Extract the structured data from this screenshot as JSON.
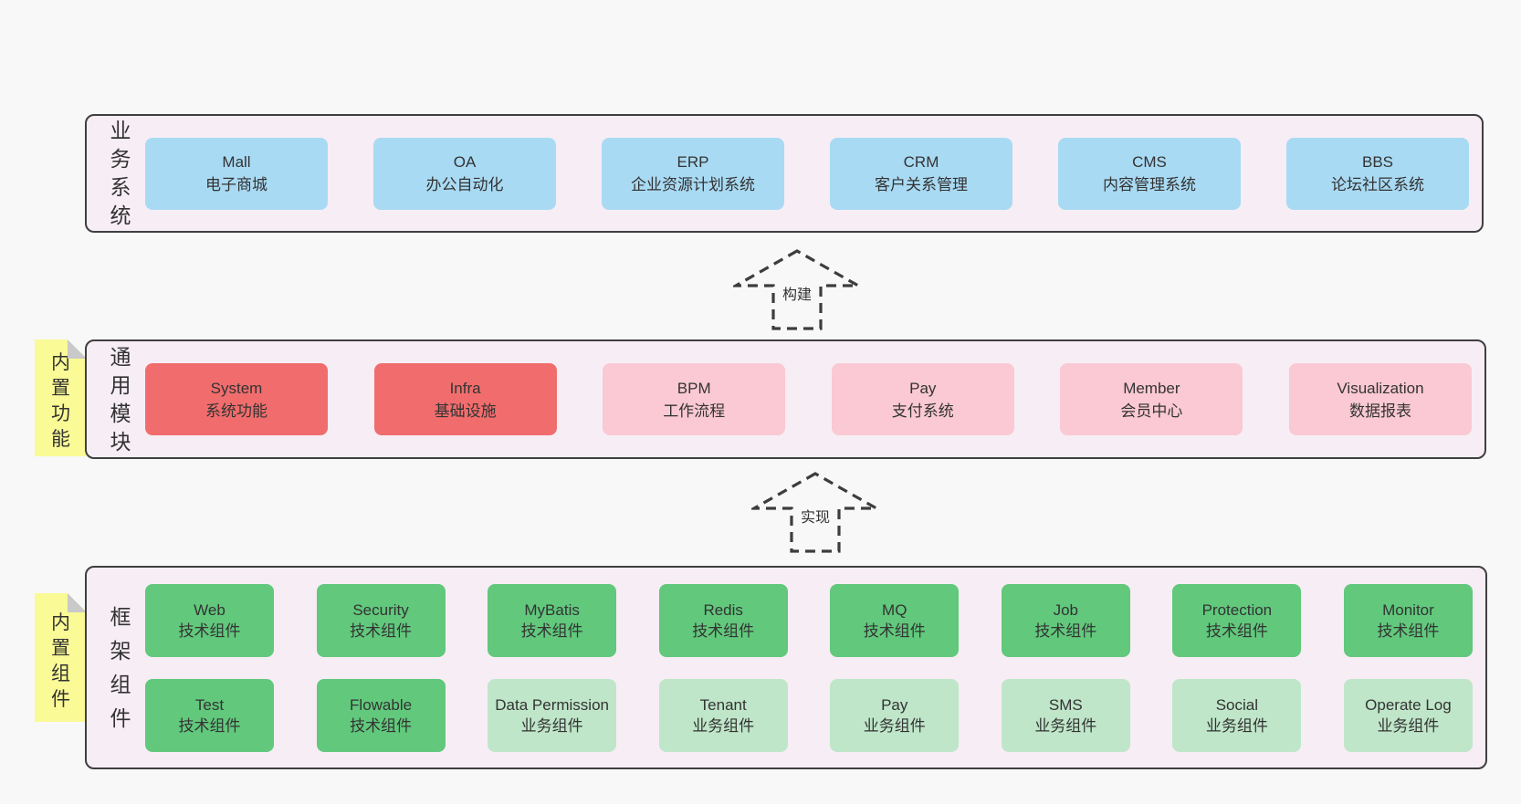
{
  "colors": {
    "page_bg": "#f8f8f8",
    "band_bg": "#f7edf5",
    "band_border": "#3f3f3f",
    "text": "#333333",
    "blue": "#a9daf3",
    "red": "#f16d6d",
    "pink": "#fac9d3",
    "green": "#61c87c",
    "lightgreen": "#bfe6c9",
    "note_bg": "#fafa96",
    "note_fold": "#c9c9c9"
  },
  "arrows": [
    {
      "label": "构建"
    },
    {
      "label": "实现"
    }
  ],
  "notes": [
    {
      "id": "note-functions",
      "text": "内置功能"
    },
    {
      "id": "note-components",
      "text": "内置组件"
    }
  ],
  "bands": {
    "business": {
      "label": "业务系统",
      "boxes": [
        {
          "title": "Mall",
          "subtitle": "电子商城",
          "color": "blue"
        },
        {
          "title": "OA",
          "subtitle": "办公自动化",
          "color": "blue"
        },
        {
          "title": "ERP",
          "subtitle": "企业资源计划系统",
          "color": "blue"
        },
        {
          "title": "CRM",
          "subtitle": "客户关系管理",
          "color": "blue"
        },
        {
          "title": "CMS",
          "subtitle": "内容管理系统",
          "color": "blue"
        },
        {
          "title": "BBS",
          "subtitle": "论坛社区系统",
          "color": "blue"
        }
      ]
    },
    "modules": {
      "label": "通用模块",
      "boxes": [
        {
          "title": "System",
          "subtitle": "系统功能",
          "color": "red"
        },
        {
          "title": "Infra",
          "subtitle": "基础设施",
          "color": "red"
        },
        {
          "title": "BPM",
          "subtitle": "工作流程",
          "color": "pink"
        },
        {
          "title": "Pay",
          "subtitle": "支付系统",
          "color": "pink"
        },
        {
          "title": "Member",
          "subtitle": "会员中心",
          "color": "pink"
        },
        {
          "title": "Visualization",
          "subtitle": "数据报表",
          "color": "pink"
        }
      ]
    },
    "framework": {
      "label": "框架组件",
      "rows": [
        [
          {
            "title": "Web",
            "subtitle": "技术组件",
            "color": "green"
          },
          {
            "title": "Security",
            "subtitle": "技术组件",
            "color": "green"
          },
          {
            "title": "MyBatis",
            "subtitle": "技术组件",
            "color": "green"
          },
          {
            "title": "Redis",
            "subtitle": "技术组件",
            "color": "green"
          },
          {
            "title": "MQ",
            "subtitle": "技术组件",
            "color": "green"
          },
          {
            "title": "Job",
            "subtitle": "技术组件",
            "color": "green"
          },
          {
            "title": "Protection",
            "subtitle": "技术组件",
            "color": "green"
          },
          {
            "title": "Monitor",
            "subtitle": "技术组件",
            "color": "green"
          }
        ],
        [
          {
            "title": "Test",
            "subtitle": "技术组件",
            "color": "green"
          },
          {
            "title": "Flowable",
            "subtitle": "技术组件",
            "color": "green"
          },
          {
            "title": "Data Permission",
            "subtitle": "业务组件",
            "color": "lightgreen"
          },
          {
            "title": "Tenant",
            "subtitle": "业务组件",
            "color": "lightgreen"
          },
          {
            "title": "Pay",
            "subtitle": "业务组件",
            "color": "lightgreen"
          },
          {
            "title": "SMS",
            "subtitle": "业务组件",
            "color": "lightgreen"
          },
          {
            "title": "Social",
            "subtitle": "业务组件",
            "color": "lightgreen"
          },
          {
            "title": "Operate Log",
            "subtitle": "业务组件",
            "color": "lightgreen"
          }
        ]
      ]
    }
  }
}
